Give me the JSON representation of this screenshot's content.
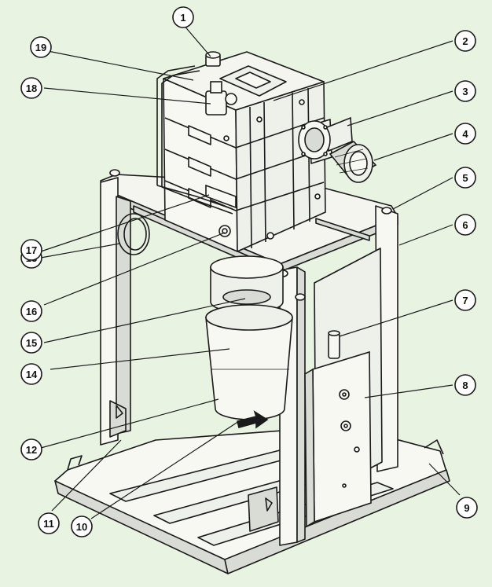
{
  "diagram": {
    "background": "#e9f3e2",
    "line_color": "#1a1a1a",
    "fill_color": "#f7f8f2",
    "shade_color": "#d8dcd4",
    "callouts": [
      "1",
      "2",
      "3",
      "4",
      "5",
      "6",
      "7",
      "8",
      "9",
      "10",
      "11",
      "12",
      "13",
      "14",
      "15",
      "16",
      "17",
      "18",
      "19"
    ]
  }
}
